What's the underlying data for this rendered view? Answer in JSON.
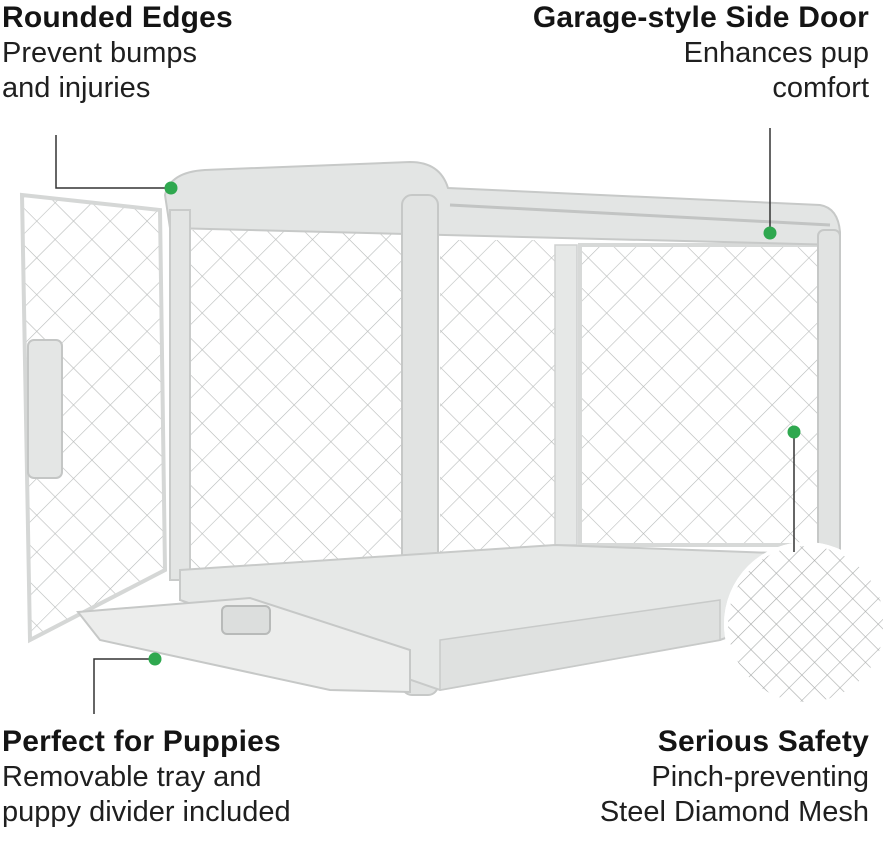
{
  "callouts": {
    "top_left": {
      "title": "Rounded Edges",
      "desc_line1": "Prevent bumps",
      "desc_line2": "and injuries"
    },
    "top_right": {
      "title": "Garage-style Side Door",
      "desc_line1": "Enhances pup",
      "desc_line2": "comfort"
    },
    "bottom_left": {
      "title": "Perfect for Puppies",
      "desc_line1": "Removable tray and",
      "desc_line2": "puppy divider included"
    },
    "bottom_right": {
      "title": "Serious Safety",
      "desc_line1": "Pinch-preventing",
      "desc_line2": "Steel Diamond Mesh"
    }
  },
  "colors": {
    "marker": "#2fa84f",
    "leader_line": "#333333",
    "crate_frame": "#dcdedd",
    "mesh": "#bfc2c1"
  },
  "image": {
    "subject": "dog crate product photo with feature callouts"
  }
}
